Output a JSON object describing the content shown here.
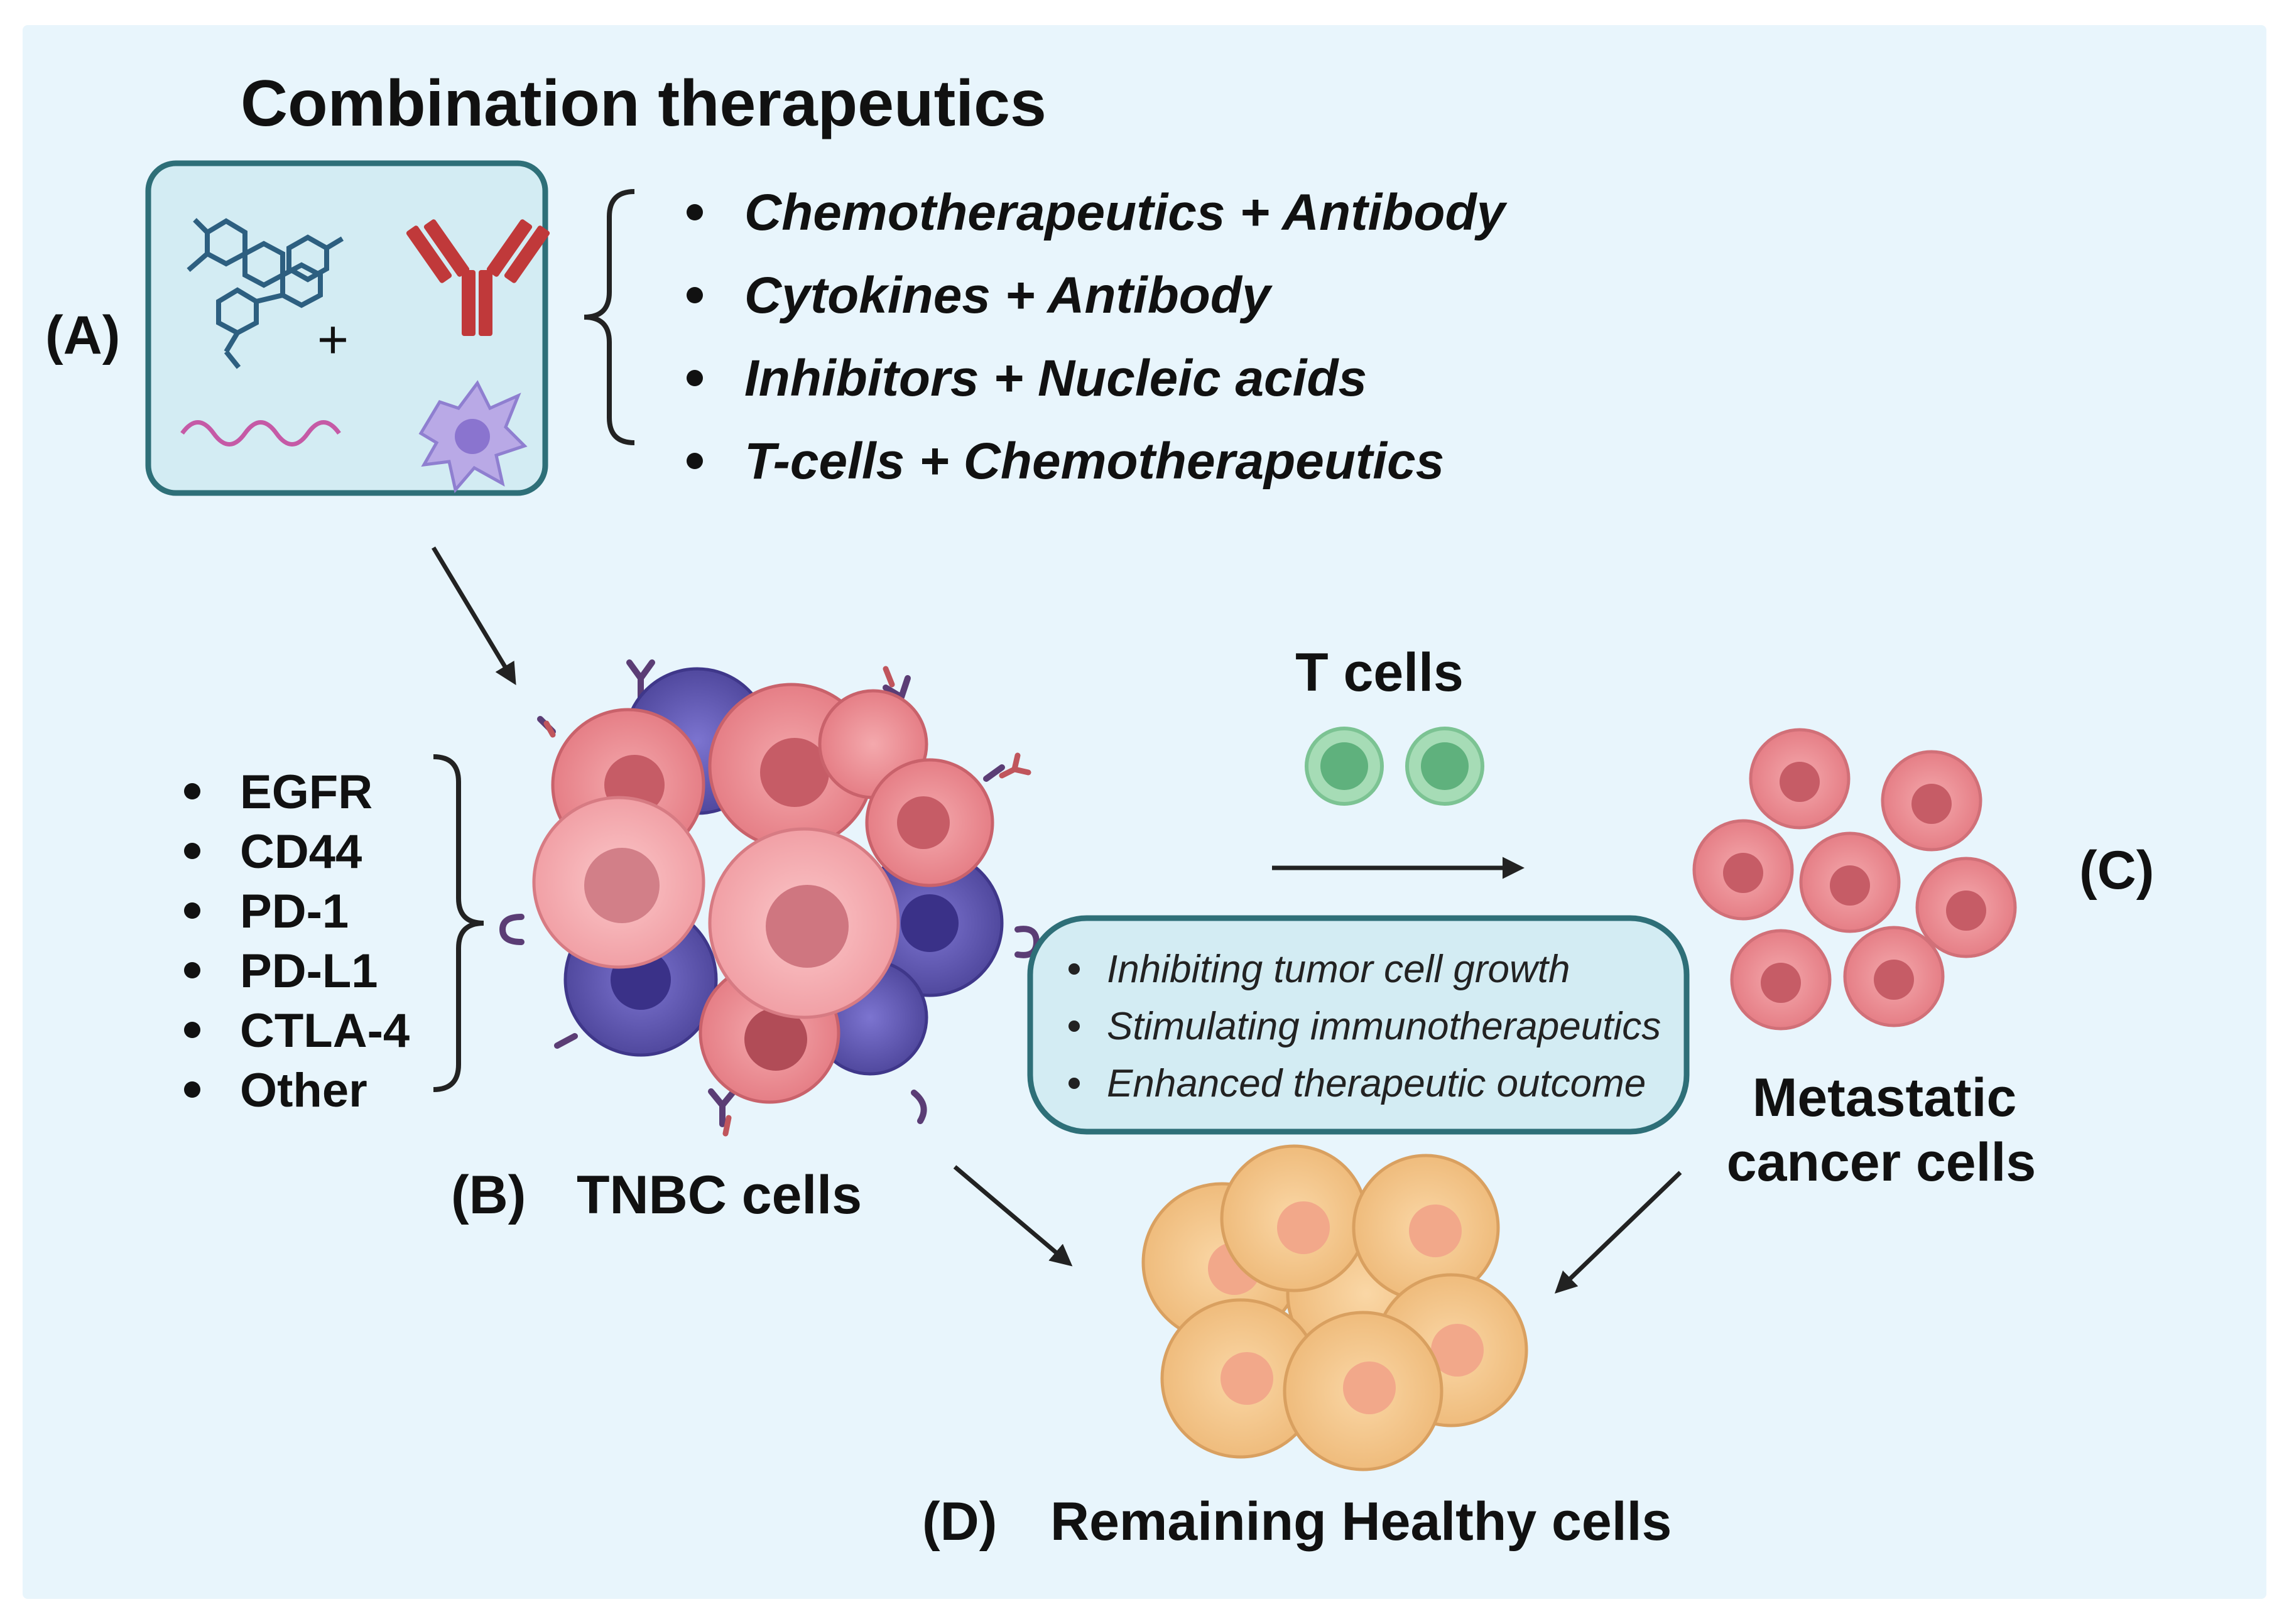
{
  "title": "Combination therapeutics",
  "panels": {
    "a": "(A)",
    "b": "(B)",
    "c": "(C)",
    "d": "(D)"
  },
  "plus_sign": "+",
  "combinations": [
    "Chemotherapeutics + Antibody",
    "Cytokines + Antibody",
    "Inhibitors + Nucleic acids",
    "T-cells + Chemotherapeutics"
  ],
  "targets": [
    "EGFR",
    "CD44",
    "PD-1",
    "PD-L1",
    "CTLA-4",
    "Other"
  ],
  "tnbc_label": "TNBC cells",
  "tcells_label": "T cells",
  "benefits": [
    "Inhibiting tumor cell growth",
    "Stimulating immunotherapeutics",
    "Enhanced therapeutic outcome"
  ],
  "metastatic_label": [
    "Metastatic",
    "cancer cells"
  ],
  "healthy_label": "Remaining Healthy cells",
  "colors": {
    "background": "#e8f5fc",
    "box_fill": "#d3ecf3",
    "box_stroke": "#2e6f78",
    "cancer_pink": "#e9848a",
    "cancer_purple": "#5a52b0",
    "healthy": "#f5c98b",
    "tcell": "#7fc79a",
    "antibody": "#c0393a"
  }
}
